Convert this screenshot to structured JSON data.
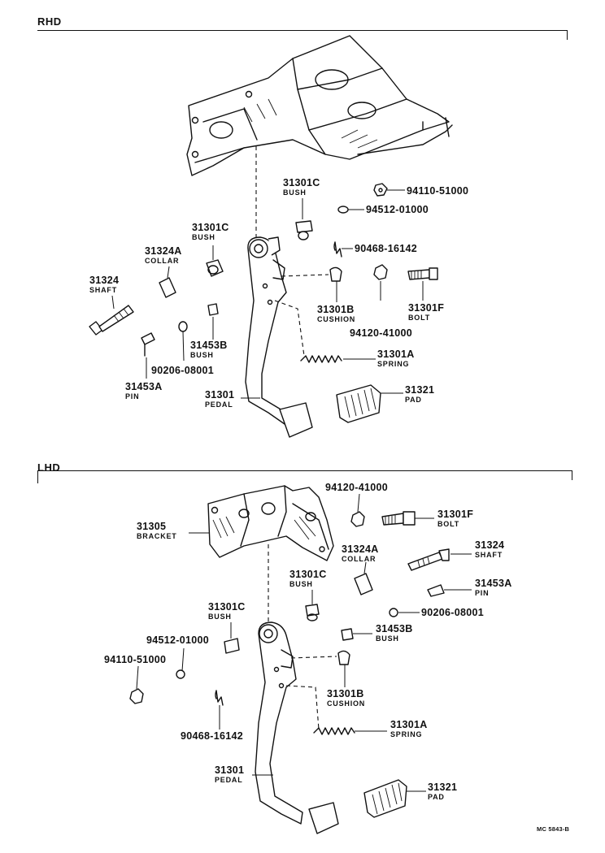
{
  "sections": {
    "rhd": {
      "title": "RHD"
    },
    "lhd": {
      "title": "LHD"
    }
  },
  "rhd_labels": {
    "bush_upper": {
      "num": "31301C",
      "name": "BUSH"
    },
    "nut": {
      "num": "94110-51000"
    },
    "washer": {
      "num": "94512-01000"
    },
    "bush_mid": {
      "num": "31301C",
      "name": "BUSH"
    },
    "collar": {
      "num": "31324A",
      "name": "COLLAR"
    },
    "cotter": {
      "num": "90468-16142"
    },
    "shaft": {
      "num": "31324",
      "name": "SHAFT"
    },
    "cushion": {
      "num": "31301B",
      "name": "CUSHION"
    },
    "bolt": {
      "num": "31301F",
      "name": "BOLT"
    },
    "bush_small": {
      "num": "31453B",
      "name": "BUSH"
    },
    "nut2": {
      "num": "94120-41000"
    },
    "washer2": {
      "num": "90206-08001"
    },
    "spring": {
      "num": "31301A",
      "name": "SPRING"
    },
    "pin": {
      "num": "31453A",
      "name": "PIN"
    },
    "pedal": {
      "num": "31301",
      "name": "PEDAL"
    },
    "pad": {
      "num": "31321",
      "name": "PAD"
    }
  },
  "lhd_labels": {
    "nut2": {
      "num": "94120-41000"
    },
    "bolt": {
      "num": "31301F",
      "name": "BOLT"
    },
    "bracket": {
      "num": "31305",
      "name": "BRACKET"
    },
    "collar": {
      "num": "31324A",
      "name": "COLLAR"
    },
    "shaft": {
      "num": "31324",
      "name": "SHAFT"
    },
    "bush_upper": {
      "num": "31301C",
      "name": "BUSH"
    },
    "pin": {
      "num": "31453A",
      "name": "PIN"
    },
    "washer2": {
      "num": "90206-08001"
    },
    "bush_left": {
      "num": "31301C",
      "name": "BUSH"
    },
    "washer": {
      "num": "94512-01000"
    },
    "bush_small": {
      "num": "31453B",
      "name": "BUSH"
    },
    "nut": {
      "num": "94110-51000"
    },
    "cushion": {
      "num": "31301B",
      "name": "CUSHION"
    },
    "spring": {
      "num": "31301A",
      "name": "SPRING"
    },
    "cotter": {
      "num": "90468-16142"
    },
    "pedal": {
      "num": "31301",
      "name": "PEDAL"
    },
    "pad": {
      "num": "31321",
      "name": "PAD"
    }
  },
  "ref_code": "MC 5843-B"
}
